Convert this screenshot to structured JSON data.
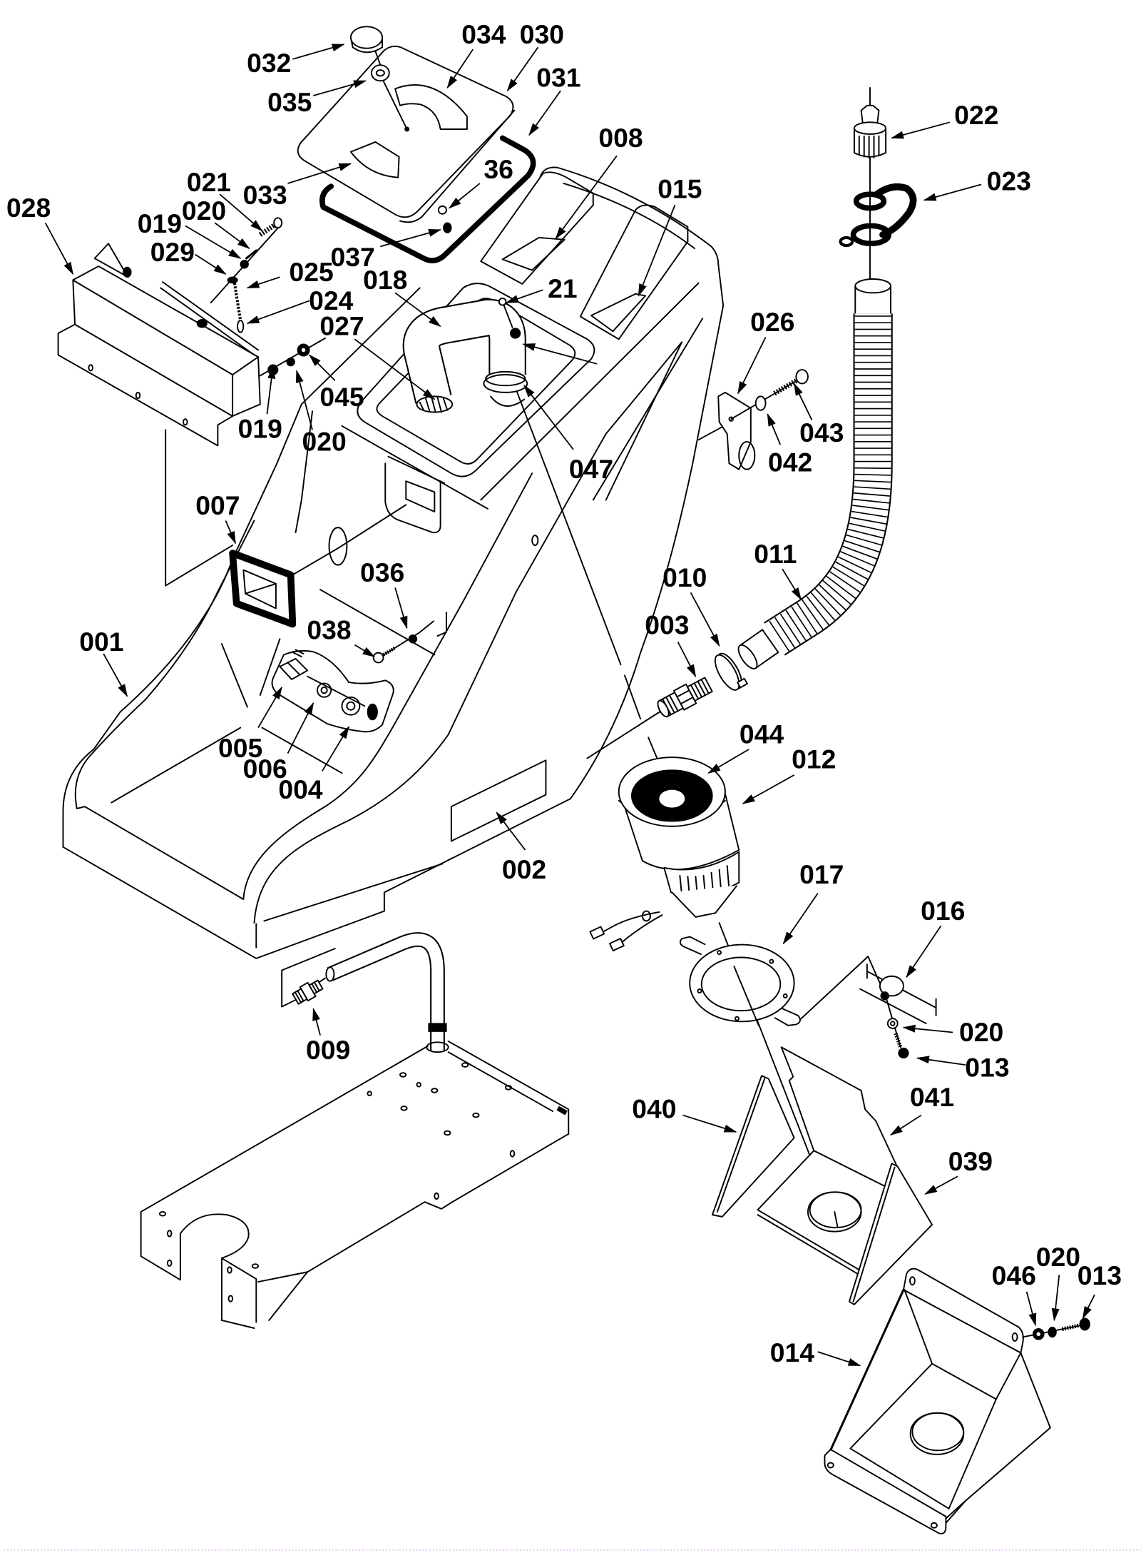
{
  "callouts": [
    {
      "label": "032"
    },
    {
      "label": "034"
    },
    {
      "label": "030"
    },
    {
      "label": "031"
    },
    {
      "label": "035"
    },
    {
      "label": "033"
    },
    {
      "label": "36"
    },
    {
      "label": "037"
    },
    {
      "label": "021"
    },
    {
      "label": "020"
    },
    {
      "label": "019"
    },
    {
      "label": "029"
    },
    {
      "label": "025"
    },
    {
      "label": "024"
    },
    {
      "label": "028"
    },
    {
      "label": "018"
    },
    {
      "label": "027"
    },
    {
      "label": "045"
    },
    {
      "label": "019"
    },
    {
      "label": "020"
    },
    {
      "label": "008"
    },
    {
      "label": "015"
    },
    {
      "label": "21"
    },
    {
      "label": "047"
    },
    {
      "label": "022"
    },
    {
      "label": "023"
    },
    {
      "label": "026"
    },
    {
      "label": "043"
    },
    {
      "label": "042"
    },
    {
      "label": "007"
    },
    {
      "label": "001"
    },
    {
      "label": "036"
    },
    {
      "label": "038"
    },
    {
      "label": "005"
    },
    {
      "label": "006"
    },
    {
      "label": "004"
    },
    {
      "label": "002"
    },
    {
      "label": "011"
    },
    {
      "label": "010"
    },
    {
      "label": "003"
    },
    {
      "label": "044"
    },
    {
      "label": "012"
    },
    {
      "label": "017"
    },
    {
      "label": "016"
    },
    {
      "label": "020"
    },
    {
      "label": "013"
    },
    {
      "label": "009"
    },
    {
      "label": "040"
    },
    {
      "label": "041"
    },
    {
      "label": "039"
    },
    {
      "label": "046"
    },
    {
      "label": "020"
    },
    {
      "label": "013"
    },
    {
      "label": "014"
    }
  ]
}
